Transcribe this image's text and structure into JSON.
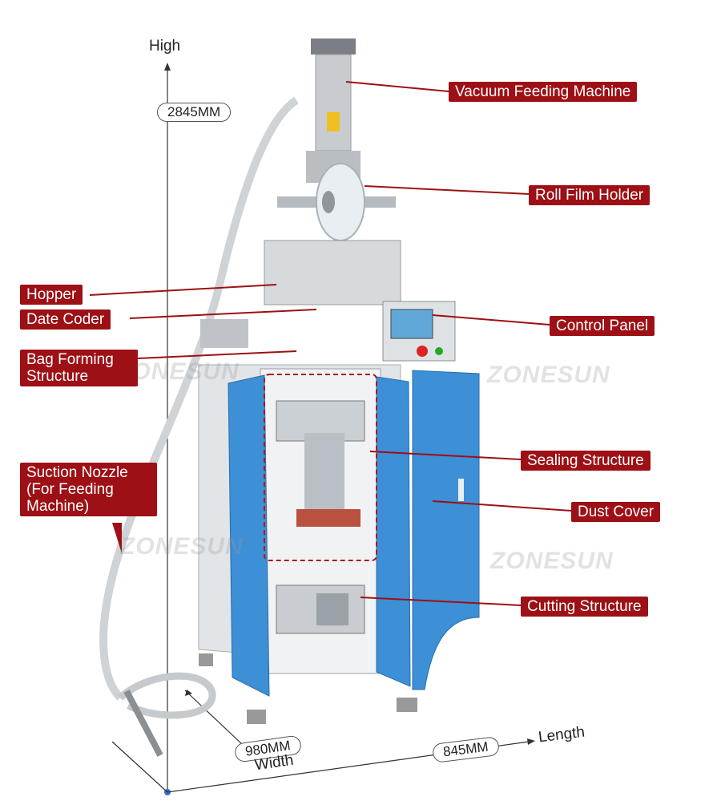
{
  "axis": {
    "high_label": "High",
    "height_value": "2845MM",
    "width_value": "980MM",
    "width_label": "Width",
    "length_value": "845MM",
    "length_label": "Length"
  },
  "callouts": {
    "vacuum_feeding_machine": "Vacuum Feeding Machine",
    "roll_film_holder": "Roll Film Holder",
    "hopper": "Hopper",
    "date_coder": "Date Coder",
    "control_panel": "Control Panel",
    "bag_forming_structure": "Bag Forming Structure",
    "sealing_structure": "Sealing Structure",
    "suction_nozzle": "Suction Nozzle (For Feeding Machine)",
    "dust_cover": "Dust Cover",
    "cutting_structure": "Cutting Structure"
  },
  "watermark": "ZONESUN",
  "colors": {
    "callout_bg": "#9d1015",
    "door_blue": "#3d8fd6",
    "frame_gray": "#d9dcdf"
  }
}
